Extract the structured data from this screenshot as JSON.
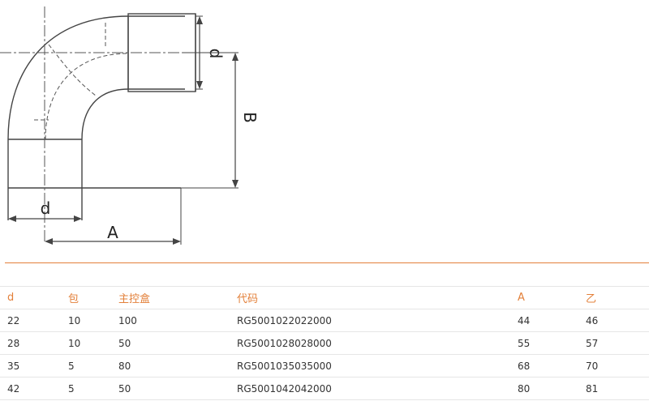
{
  "drawing": {
    "labels": {
      "d_top": "d",
      "d_bottom": "d",
      "b": "B",
      "a": "A"
    },
    "colors": {
      "line": "#444444",
      "accent": "#e3803a"
    }
  },
  "table": {
    "headers": [
      "d",
      "包",
      "主控盒",
      "代码",
      "A",
      "乙"
    ],
    "rows": [
      [
        "22",
        "10",
        "100",
        "RG5001022022000",
        "44",
        "46"
      ],
      [
        "28",
        "10",
        "50",
        "RG5001028028000",
        "55",
        "57"
      ],
      [
        "35",
        "5",
        "80",
        "RG5001035035000",
        "68",
        "70"
      ],
      [
        "42",
        "5",
        "50",
        "RG5001042042000",
        "80",
        "81"
      ]
    ]
  }
}
